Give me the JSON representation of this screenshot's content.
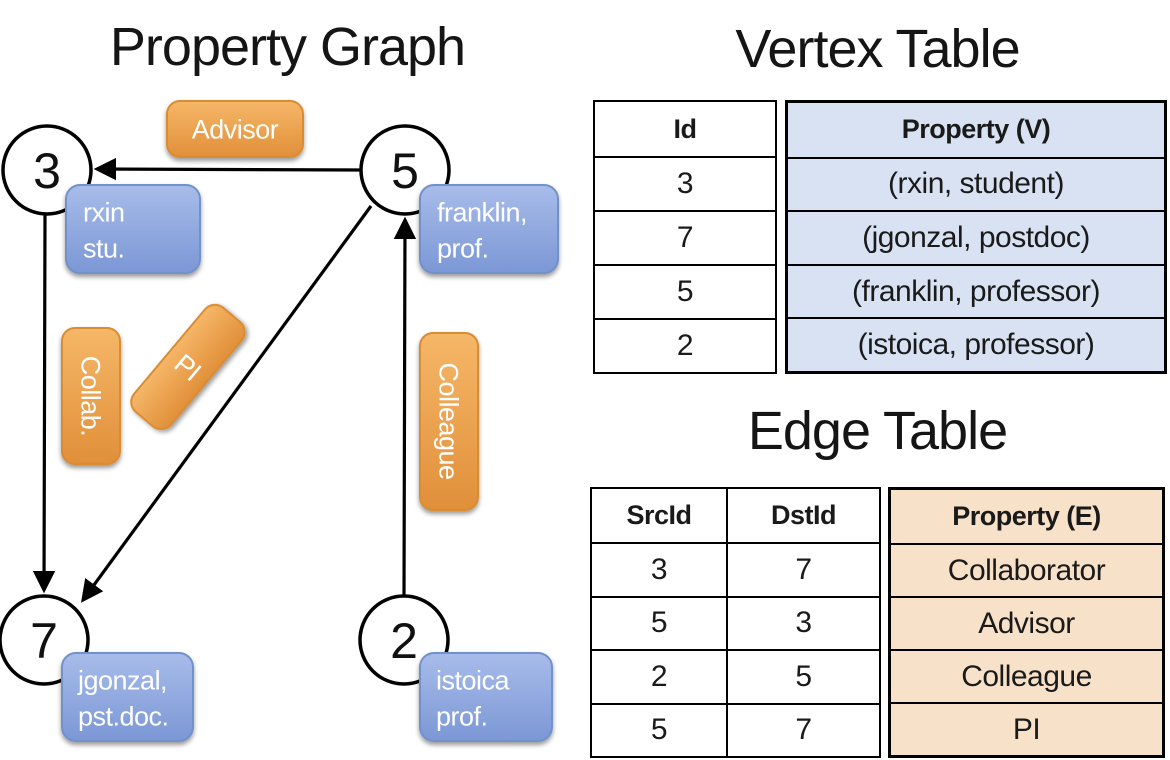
{
  "graph": {
    "title": "Property Graph",
    "nodes": {
      "n3": "3",
      "n5": "5",
      "n7": "7",
      "n2": "2"
    },
    "edge_labels": {
      "advisor": "Advisor",
      "collab": "Collab.",
      "pi": "PI",
      "colleague": "Colleague"
    },
    "vertex_properties": {
      "v3": {
        "line1": "rxin",
        "line2": "stu."
      },
      "v5": {
        "line1": "franklin,",
        "line2": "prof."
      },
      "v7": {
        "line1": "jgonzal,",
        "line2": "pst.doc."
      },
      "v2": {
        "line1": "istoica",
        "line2": "prof."
      }
    }
  },
  "vertex_table": {
    "title": "Vertex Table",
    "headers": {
      "id": "Id",
      "property": "Property (V)"
    },
    "rows": [
      {
        "id": "3",
        "property": "(rxin, student)"
      },
      {
        "id": "7",
        "property": "(jgonzal, postdoc)"
      },
      {
        "id": "5",
        "property": "(franklin, professor)"
      },
      {
        "id": "2",
        "property": "(istoica, professor)"
      }
    ]
  },
  "edge_table": {
    "title": "Edge Table",
    "headers": {
      "src": "SrcId",
      "dst": "DstId",
      "property": "Property (E)"
    },
    "rows": [
      {
        "src": "3",
        "dst": "7",
        "property": "Collaborator"
      },
      {
        "src": "5",
        "dst": "3",
        "property": "Advisor"
      },
      {
        "src": "2",
        "dst": "5",
        "property": "Colleague"
      },
      {
        "src": "5",
        "dst": "7",
        "property": "PI"
      }
    ]
  },
  "colors": {
    "edge_label_fill_top": "#F5B768",
    "edge_label_fill_bottom": "#E18F39",
    "edge_label_border": "#D98C33",
    "vertex_prop_fill_top": "#A8BCEA",
    "vertex_prop_fill_bottom": "#7B97D5",
    "vertex_prop_border": "#7290C9",
    "vertex_table_property_fill": "#D9E2F3",
    "edge_table_property_fill": "#F7E1C8",
    "line_color": "#000000"
  }
}
